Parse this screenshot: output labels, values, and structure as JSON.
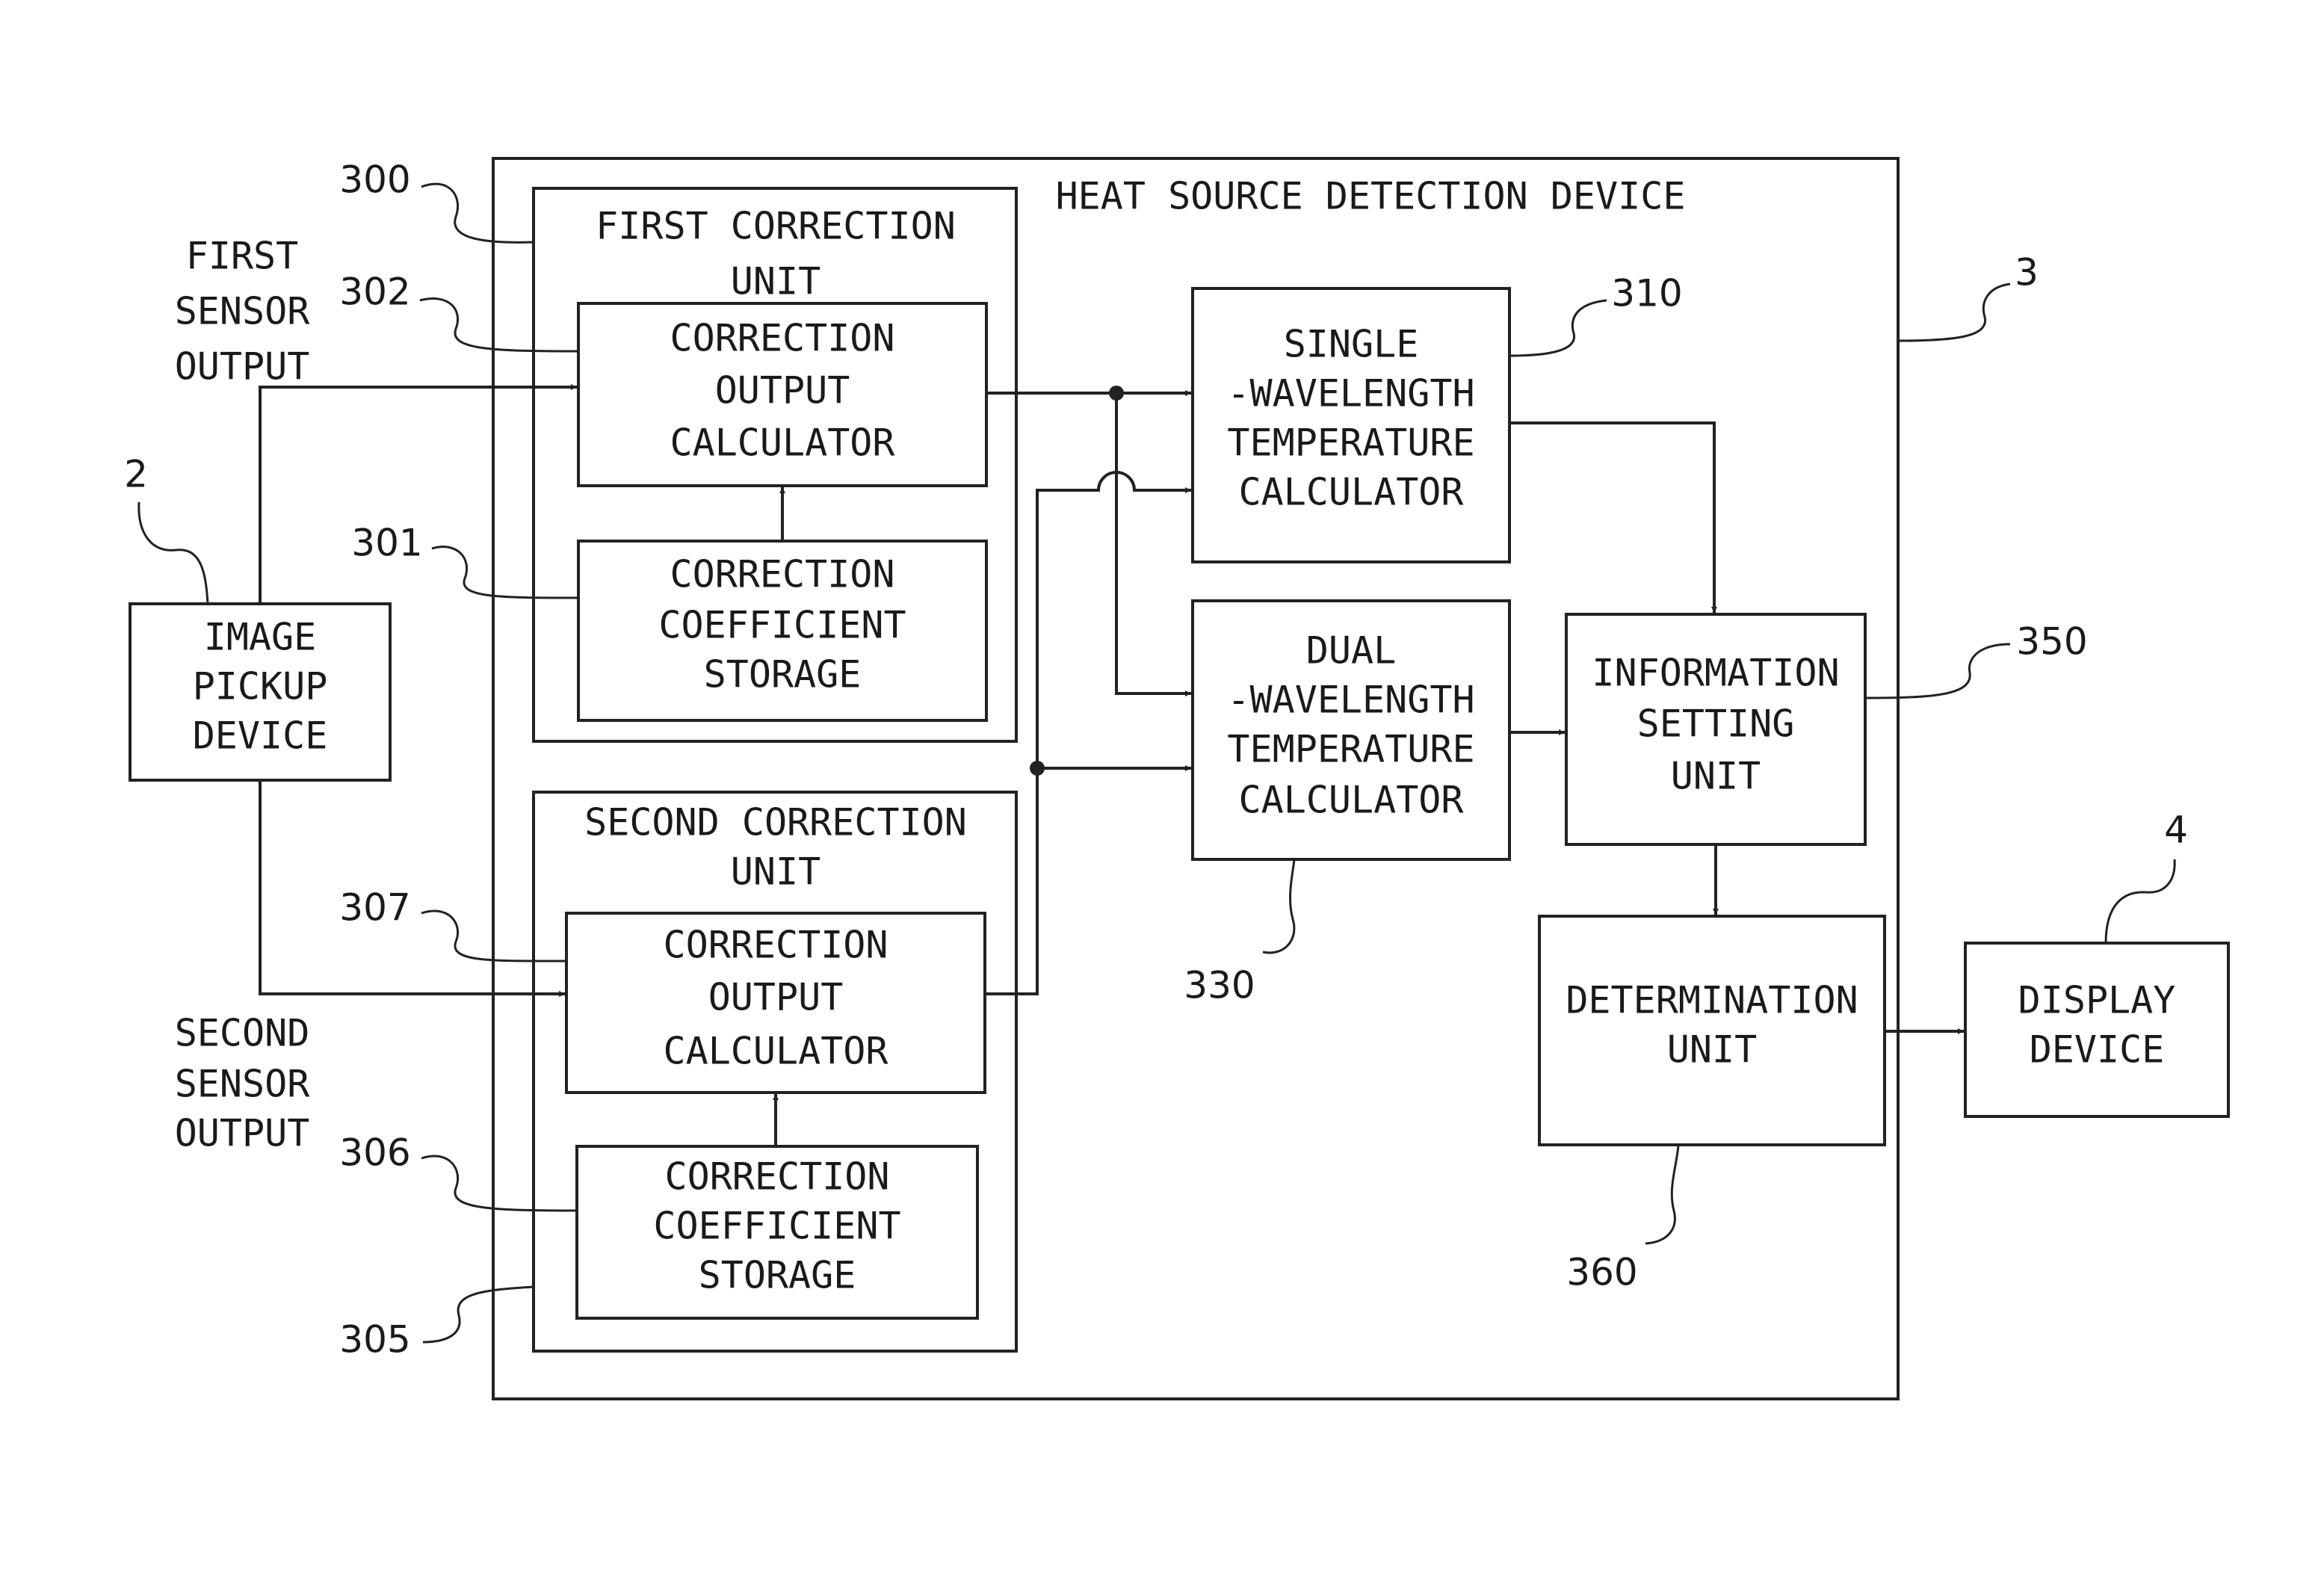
{
  "device_title": "HEAT SOURCE DETECTION DEVICE",
  "inputs": {
    "first_sensor_output": [
      "FIRST",
      "SENSOR",
      "OUTPUT"
    ],
    "second_sensor_output": [
      "SECOND",
      "SENSOR",
      "OUTPUT"
    ]
  },
  "blocks": {
    "image_pickup_device": [
      "IMAGE",
      "PICKUP",
      "DEVICE"
    ],
    "first_correction_unit": [
      "FIRST CORRECTION",
      "UNIT"
    ],
    "first_correction_output_calculator": [
      "CORRECTION",
      "OUTPUT",
      "CALCULATOR"
    ],
    "first_correction_coefficient_storage": [
      "CORRECTION",
      "COEFFICIENT",
      "STORAGE"
    ],
    "second_correction_unit": [
      "SECOND CORRECTION",
      "UNIT"
    ],
    "second_correction_output_calculator": [
      "CORRECTION",
      "OUTPUT",
      "CALCULATOR"
    ],
    "second_correction_coefficient_storage": [
      "CORRECTION",
      "COEFFICIENT",
      "STORAGE"
    ],
    "single_wavelength_calculator": [
      "SINGLE",
      "-WAVELENGTH",
      "TEMPERATURE",
      "CALCULATOR"
    ],
    "dual_wavelength_calculator": [
      "DUAL",
      "-WAVELENGTH",
      "TEMPERATURE",
      "CALCULATOR"
    ],
    "information_setting_unit": [
      "INFORMATION",
      "SETTING",
      "UNIT"
    ],
    "determination_unit": [
      "DETERMINATION",
      "UNIT"
    ],
    "display_device": [
      "DISPLAY",
      "DEVICE"
    ]
  },
  "refs": {
    "image_pickup_device": "2",
    "heat_source_detection_device": "3",
    "display_device": "4",
    "first_correction_unit": "300",
    "first_coefficient_storage": "301",
    "first_output_calculator": "302",
    "second_correction_unit": "305",
    "second_coefficient_storage": "306",
    "second_output_calculator": "307",
    "single_wavelength_calculator": "310",
    "dual_wavelength_calculator": "330",
    "information_setting_unit": "350",
    "determination_unit": "360"
  }
}
